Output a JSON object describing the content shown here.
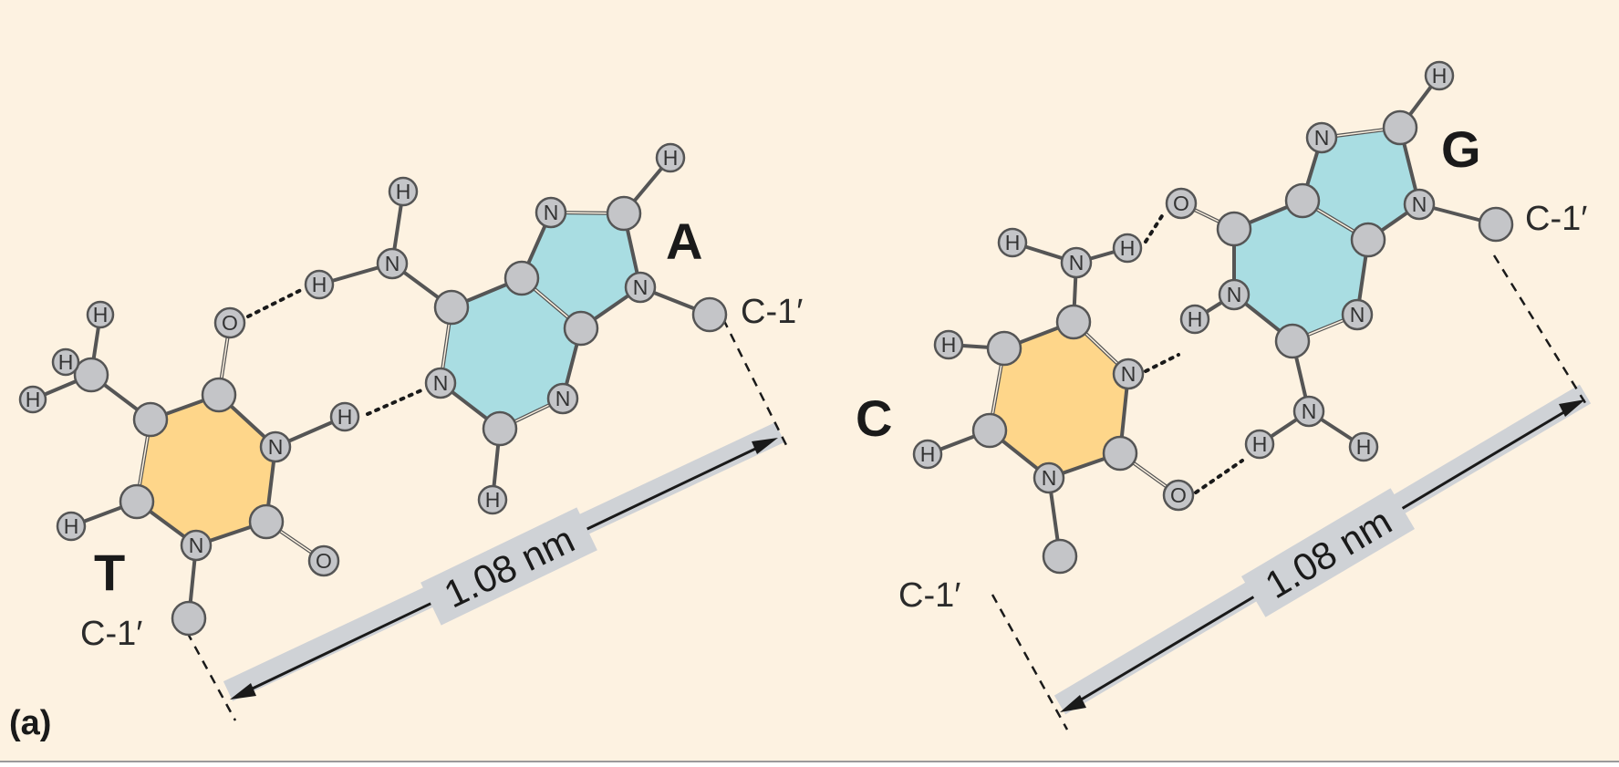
{
  "panel_label": "(a)",
  "colors": {
    "background": "#fdf2e1",
    "pyrimidine_ring": "#fed68a",
    "purine_ring": "#a9dde2",
    "atom_fill": "#c4c5c8",
    "bond": "#555555",
    "distance_bar": "#cfd2d6"
  },
  "pairs": [
    {
      "name": "T-A",
      "pyrimidine": {
        "letter": "T",
        "c1_label": "C-1′"
      },
      "purine": {
        "letter": "A",
        "c1_label": "C-1′"
      },
      "distance_label": "1.08 nm",
      "hydrogen_bonds": 2
    },
    {
      "name": "C-G",
      "pyrimidine": {
        "letter": "C",
        "c1_label": "C-1′"
      },
      "purine": {
        "letter": "G",
        "c1_label": "C-1′"
      },
      "distance_label": "1.08 nm",
      "hydrogen_bonds": 3
    }
  ],
  "atom_symbols": {
    "N": "N",
    "H": "H",
    "O": "O"
  }
}
